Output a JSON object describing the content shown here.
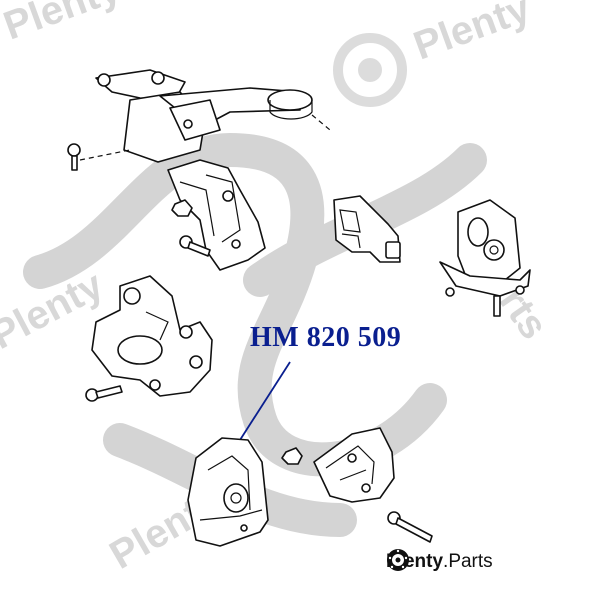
{
  "callout": {
    "part_number": "HM 820 509",
    "color": "#0a1f8f"
  },
  "brand": {
    "name": "Plenty",
    "dot": ".",
    "suffix": "Parts",
    "logo": "brake-disc-icon"
  },
  "watermark": {
    "text": "Plenty",
    "suffix": "Parts",
    "color": "#d8d8d8"
  }
}
